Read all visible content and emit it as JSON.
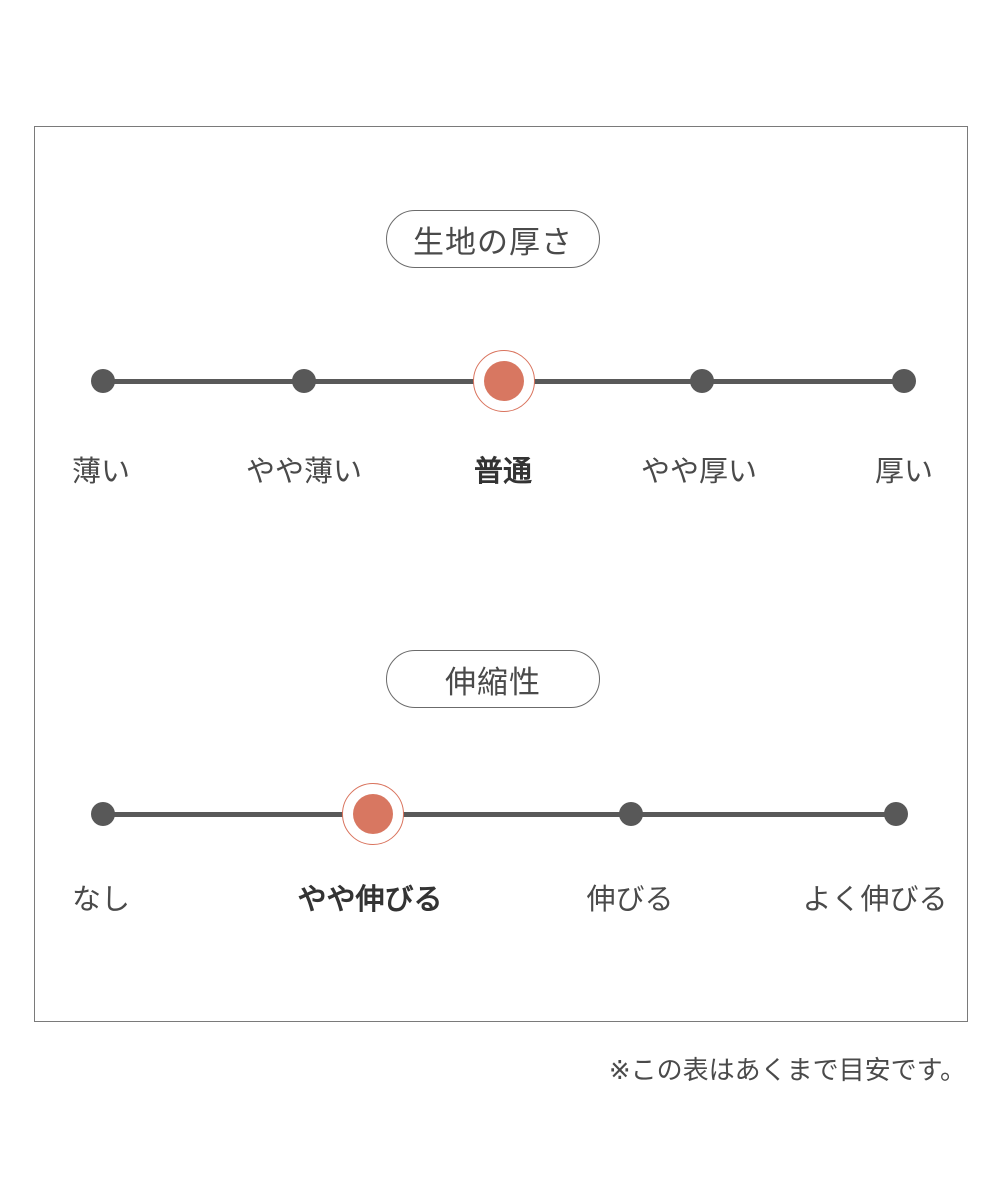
{
  "thickness": {
    "title": "生地の厚さ",
    "options": [
      "薄い",
      "やや薄い",
      "普通",
      "やや厚い",
      "厚い"
    ],
    "selected_index": 2
  },
  "stretch": {
    "title": "伸縮性",
    "options": [
      "なし",
      "やや伸びる",
      "伸びる",
      "よく伸びる"
    ],
    "selected_index": 1
  },
  "note": "※この表はあくまで目安です。",
  "colors": {
    "selected": "#d87761",
    "track": "#595959",
    "text": "#4a4a4a"
  }
}
